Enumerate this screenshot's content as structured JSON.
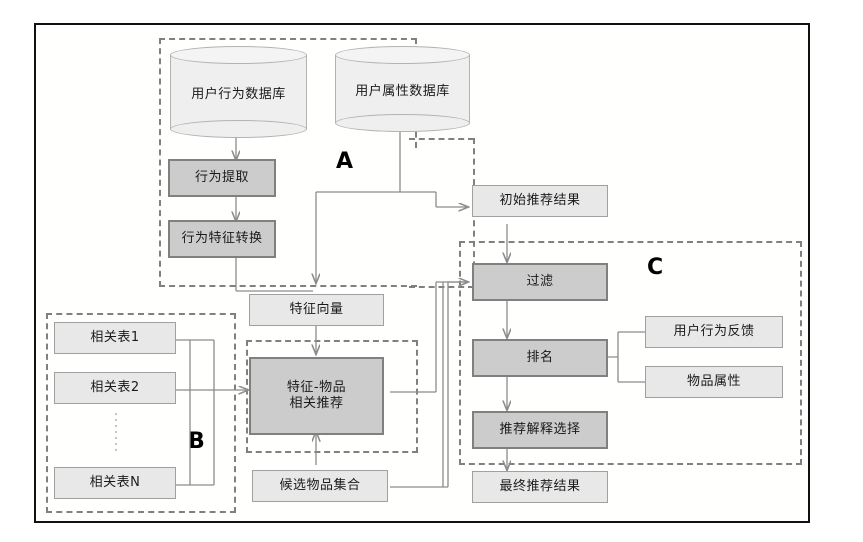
{
  "diagram": {
    "groups": [
      {
        "id": "A",
        "letter": "A"
      },
      {
        "id": "B",
        "letter": "B"
      },
      {
        "id": "C",
        "letter": "C"
      }
    ],
    "datastores": [
      {
        "id": "user-behavior-db",
        "label": "用户行为数据库"
      },
      {
        "id": "user-attribute-db",
        "label": "用户属性数据库"
      }
    ],
    "nodes": [
      {
        "id": "behavior-extraction",
        "label": "行为提取",
        "style": "dark"
      },
      {
        "id": "behavior-feature-transform",
        "label": "行为特征转换",
        "style": "dark"
      },
      {
        "id": "feature-vector",
        "label": "特征向量",
        "style": "light"
      },
      {
        "id": "relation-table-1",
        "label": "相关表1",
        "style": "light"
      },
      {
        "id": "relation-table-2",
        "label": "相关表2",
        "style": "light"
      },
      {
        "id": "relation-table-n",
        "label": "相关表N",
        "style": "light"
      },
      {
        "id": "feature-item-recommend",
        "label": "特征-物品\n相关推荐",
        "line1": "特征-物品",
        "line2": "相关推荐",
        "style": "dark"
      },
      {
        "id": "candidate-item-set",
        "label": "候选物品集合",
        "style": "light"
      },
      {
        "id": "initial-recommend-result",
        "label": "初始推荐结果",
        "style": "light"
      },
      {
        "id": "filter",
        "label": "过滤",
        "style": "dark"
      },
      {
        "id": "ranking",
        "label": "排名",
        "style": "dark"
      },
      {
        "id": "recommend-explanation-select",
        "label": "推荐解释选择",
        "style": "dark"
      },
      {
        "id": "final-recommend-result",
        "label": "最终推荐结果",
        "style": "light"
      },
      {
        "id": "user-behavior-feedback",
        "label": "用户行为反馈",
        "style": "light"
      },
      {
        "id": "item-attribute",
        "label": "物品属性",
        "style": "light"
      }
    ],
    "colors": {
      "dark_fill": "#cccccc",
      "dark_border": "#808080",
      "light_fill": "#e8e8e8",
      "light_border": "#a0a0a0",
      "dashed_group": "#808080",
      "wire": "#8c8c8c",
      "frame": "#111111"
    }
  }
}
